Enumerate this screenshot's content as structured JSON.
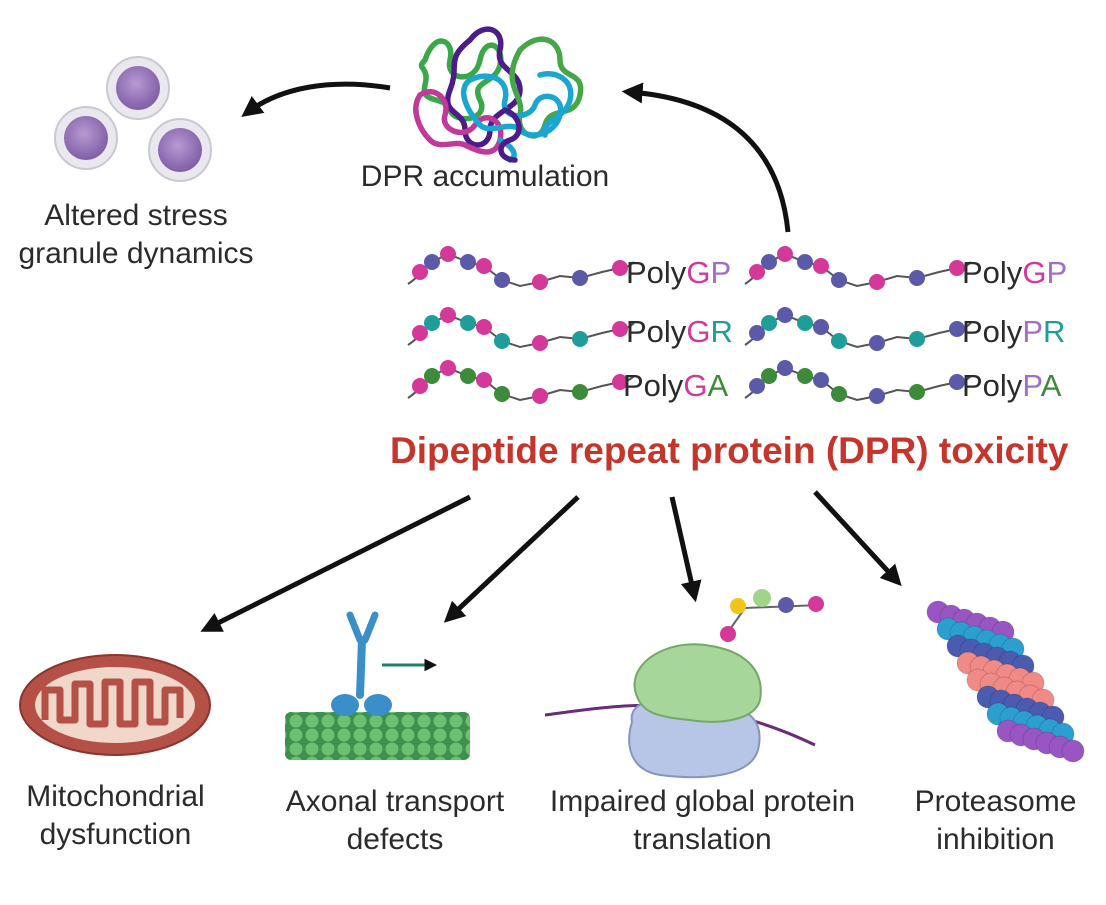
{
  "colors": {
    "title_red": "#c5352b",
    "magenta": "#d4399a",
    "indigo": "#5a5aa8",
    "teal": "#1f9e99",
    "green": "#3d8a3a",
    "purple": "#9f70c8",
    "arrow": "#111111"
  },
  "title": "Dipeptide repeat protein (DPR) toxicity",
  "top": {
    "accumulation": "DPR accumulation",
    "stress_granule": [
      "Altered stress",
      "granule dynamics"
    ]
  },
  "polys": [
    {
      "prefix": "Poly",
      "a": "G",
      "b": "P",
      "a_color": "#d4399a",
      "b_color": "#9f70c8"
    },
    {
      "prefix": "Poly",
      "a": "G",
      "b": "P",
      "a_color": "#d4399a",
      "b_color": "#9f70c8"
    },
    {
      "prefix": "Poly",
      "a": "G",
      "b": "R",
      "a_color": "#d4399a",
      "b_color": "#1f9e99"
    },
    {
      "prefix": "Poly",
      "a": "P",
      "b": "R",
      "a_color": "#9f70c8",
      "b_color": "#1f9e99"
    },
    {
      "prefix": "Poly",
      "a": "G",
      "b": "A",
      "a_color": "#d4399a",
      "b_color": "#3d8a3a"
    },
    {
      "prefix": "Poly",
      "a": "P",
      "b": "A",
      "a_color": "#9f70c8",
      "b_color": "#3d8a3a"
    }
  ],
  "outcomes": {
    "mito": [
      "Mitochondrial",
      "dysfunction"
    ],
    "axonal": [
      "Axonal transport",
      "defects"
    ],
    "translation": [
      "Impaired global protein",
      "translation"
    ],
    "proteasome": [
      "Proteasome",
      "inhibition"
    ]
  }
}
